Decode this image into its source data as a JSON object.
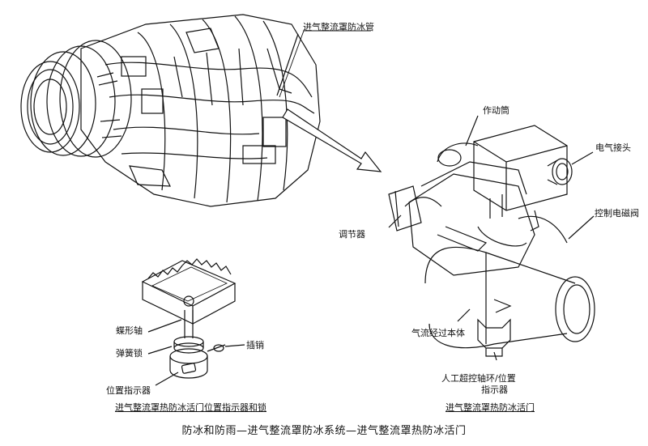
{
  "labels": {
    "inlet_cowl_anti_ice_tube": "进气整流罩防冰管",
    "actuator_cylinder": "作动筒",
    "electrical_connector": "电气接头",
    "control_solenoid_valve": "控制电磁阀",
    "regulator": "调节器",
    "airflow_through_body": "气流经过本体",
    "manual_override_ring_line1": "人工超控轴环/位置",
    "manual_override_ring_line2": "指示器",
    "butterfly_shaft": "蝶形轴",
    "spring_lock": "弹簧锁",
    "position_indicator": "位置指示器",
    "pin": "插销"
  },
  "captions": {
    "left": "进气整流罩热防冰活门位置指示器和锁",
    "right": "进气整流罩热防冰活门"
  },
  "title": "防冰和防雨—进气整流罩防冰系统—进气整流罩热防冰活门"
}
